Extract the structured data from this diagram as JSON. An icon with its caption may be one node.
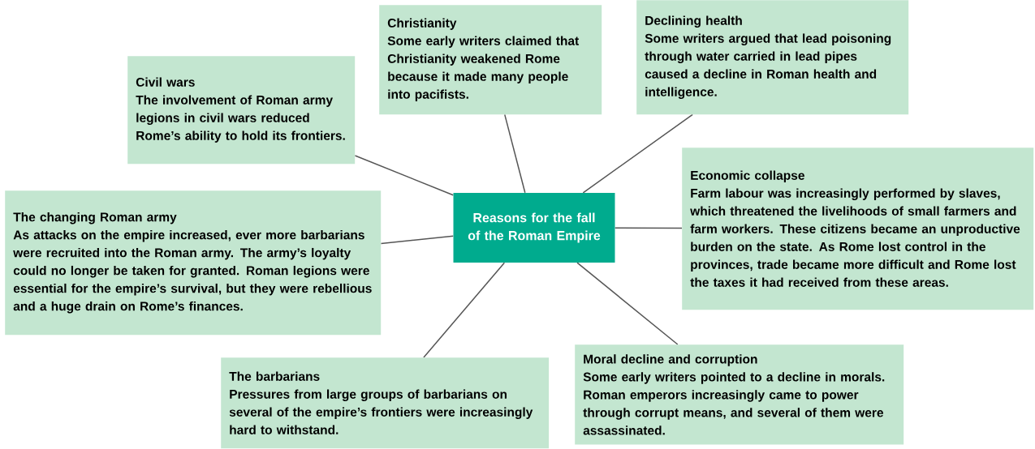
{
  "diagram": {
    "nodes": [
      {
        "text": [
          "Reasons for the fall of the Roman Empire"
        ]
      },
      {
        "text": [
          "Christianity",
          "Some early writers claimed that Christianity weakened Rome because it made many people into pacifists."
        ]
      },
      {
        "text": [
          "Declining health",
          "Some writers argued that lead poisoning through water carried in lead pipes caused a decline in Roman health and intelligence."
        ]
      },
      {
        "text": [
          "Civil wars",
          "The involvement of Roman army legions in civil wars reduced Rome’s ability to hold its frontiers."
        ]
      },
      {
        "text": [
          "Economic collapse",
          "Farm labour was increasingly performed by slaves, which threatened the livelihoods of small farmers and farm workers. These citizens became an unproductive burden on the state. As Rome lost control in the provinces, trade became more difficult and Rome lost the taxes it had received from these areas."
        ]
      },
      {
        "text": [
          "The changing Roman army",
          "As attacks on the empire increased, ever more barbarians were recruited into the Roman army. The army’s loyalty could no longer be taken for granted. Roman legions were essential for the empire’s survival, but they were rebellious and a huge drain on Rome’s finances."
        ]
      },
      {
        "text": [
          "Moral decline and corruption",
          "Some early writers pointed to a decline in morals. Roman emperors increasingly came to power through corrupt means, and several of them were assassinated."
        ]
      },
      {
        "text": [
          "The barbarians",
          "Pressures from large groups of barbarians on several of the empire’s frontiers were increasingly hard to withstand."
        ]
      }
    ],
    "edges": [
      {
        "from": 0,
        "to": 1,
        "arrow": "none"
      },
      {
        "from": 0,
        "to": 2,
        "arrow": "none"
      },
      {
        "from": 0,
        "to": 3,
        "arrow": "none"
      },
      {
        "from": 0,
        "to": 4,
        "arrow": "none"
      },
      {
        "from": 0,
        "to": 5,
        "arrow": "none"
      },
      {
        "from": 0,
        "to": 6,
        "arrow": "none"
      },
      {
        "from": 0,
        "to": 7,
        "arrow": "none"
      }
    ]
  }
}
